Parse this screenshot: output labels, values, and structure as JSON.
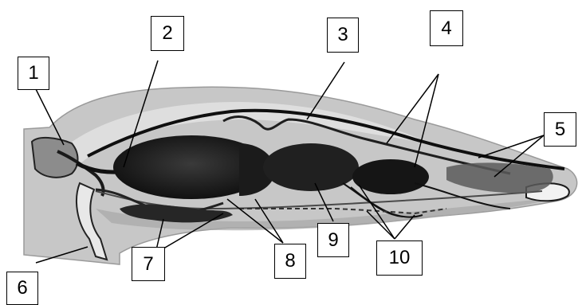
{
  "figure": {
    "labels": [
      "1",
      "2",
      "3",
      "4",
      "5",
      "6",
      "7",
      "8",
      "9",
      "10"
    ],
    "colors": {
      "background": "#ffffff",
      "body_wash": "#bdbdbd",
      "body_light": "#d9d9d9",
      "organ_dark": "#151515",
      "line": "#000000"
    }
  }
}
